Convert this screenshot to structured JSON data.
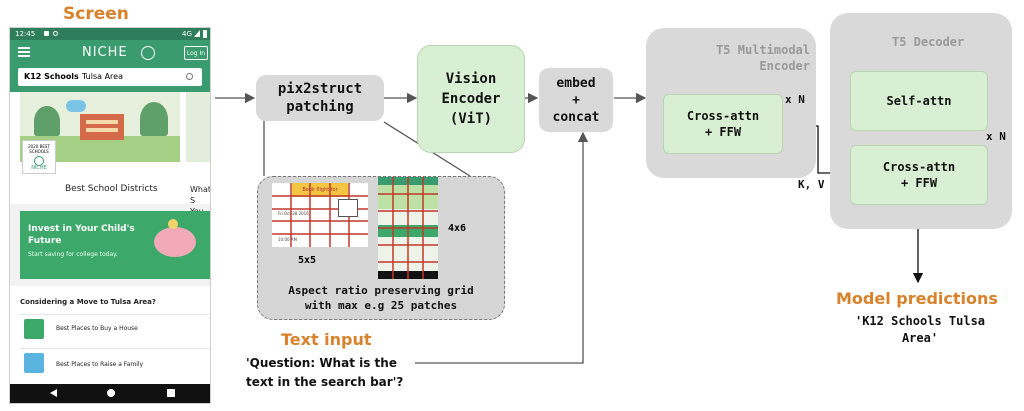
{
  "labels": {
    "screen": "Screen",
    "text_input": "Text input",
    "model_predictions": "Model predictions"
  },
  "phone": {
    "status_time": "12:45",
    "status_right": "4G",
    "app_name": "NICHE",
    "login": "Log In",
    "search_query": "K12 Schools",
    "search_location": "Tulsa Area",
    "badge_year": "2020 BEST",
    "badge_word": "SCHOOLS",
    "badge_brand": "NICHE",
    "card_title_1": "Best School Districts",
    "card_title_2a": "What S",
    "card_title_2b": "You Zo",
    "invest_title_1": "Invest in Your Child's",
    "invest_title_2": "Future",
    "invest_sub": "Start saving for college today.",
    "move_heading": "Considering a Move to Tulsa Area?",
    "move_item_1": "Best Places to Buy a House",
    "move_item_2": "Best Places to Raise a Family"
  },
  "blocks": {
    "pix2struct": "pix2struct\npatching",
    "vision_encoder": "Vision\nEncoder\n(ViT)",
    "embed": "embed\n+\nconcat",
    "t5_encoder": "T5 Multimodal\nEncoder",
    "enc_cross": "Cross-attn\n+ FFW",
    "t5_decoder": "T5 Decoder",
    "self_attn": "Self-attn",
    "dec_cross": "Cross-attn\n+ FFW",
    "xn_enc": "x N",
    "xn_dec": "x N",
    "kv": "K, V"
  },
  "patch_panel": {
    "grid_small": "5x5",
    "grid_tall": "4x6",
    "caption": "Aspect ratio preserving grid\nwith max e.g 25 patches",
    "mini_header": "Book flight for",
    "mini_date": "Fri Oct 28 2016",
    "mini_time": "10:00 AM"
  },
  "text_input": {
    "question": "'Question: What is the\ntext in the search bar'?"
  },
  "prediction": {
    "text": "'K12 Schools Tulsa\nArea'"
  },
  "colors": {
    "niche_green": "#3a9c6e",
    "box_gray": "#d9d9d9",
    "box_green": "#d9efd3",
    "heading_orange": "#d9822b"
  }
}
